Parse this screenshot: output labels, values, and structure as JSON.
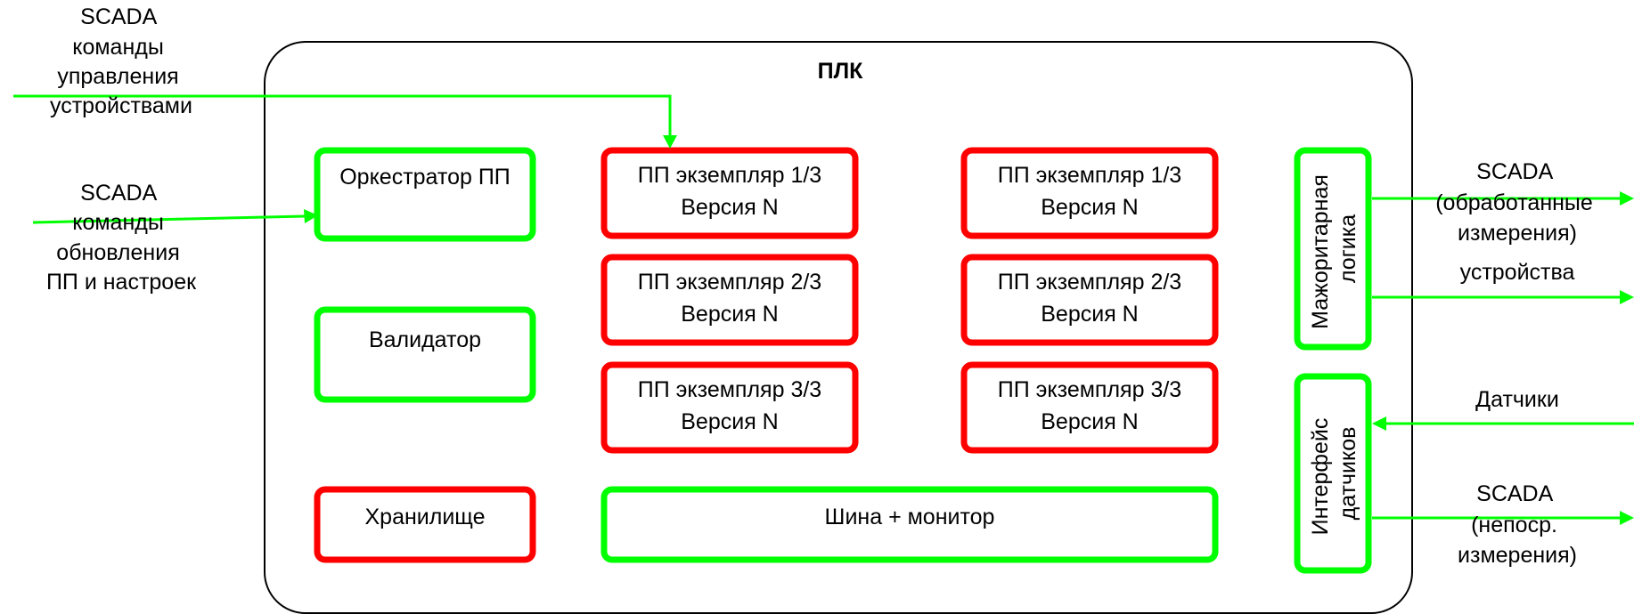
{
  "plc": {
    "title": "ПЛК"
  },
  "blocks": {
    "orchestrator": "Оркестратор ПП",
    "validator": "Валидатор",
    "storage": "Хранилище",
    "bus": "Шина + монитор",
    "majority": "Мажоритарная логика",
    "sensor_interface": "Интерфейс датчиков"
  },
  "instances": [
    {
      "line1": "ПП экземпляр 1/3",
      "line2": "Версия N"
    },
    {
      "line1": "ПП экземпляр 2/3",
      "line2": "Версия N"
    },
    {
      "line1": "ПП экземпляр 3/3",
      "line2": "Версия N"
    },
    {
      "line1": "ПП экземпляр 1/3",
      "line2": "Версия N"
    },
    {
      "line1": "ПП экземпляр 2/3",
      "line2": "Версия N"
    },
    {
      "line1": "ПП экземпляр 3/3",
      "line2": "Версия N"
    }
  ],
  "external": {
    "scada_device_commands": [
      "SCADA",
      "команды",
      "управления",
      "устройствами"
    ],
    "scada_update_commands": [
      "SCADA",
      "команды",
      "обновления",
      "ПП и настроек"
    ],
    "scada_processed": [
      "SCADA",
      "(обработанные",
      "измерения)"
    ],
    "devices": [
      "устройства"
    ],
    "sensors": [
      "Датчики"
    ],
    "scada_direct": [
      "SCADA",
      "(непоср.",
      "измерения)"
    ]
  },
  "colors": {
    "ok": "#00ff00",
    "critical": "#ff0000",
    "outline": "#000000"
  }
}
